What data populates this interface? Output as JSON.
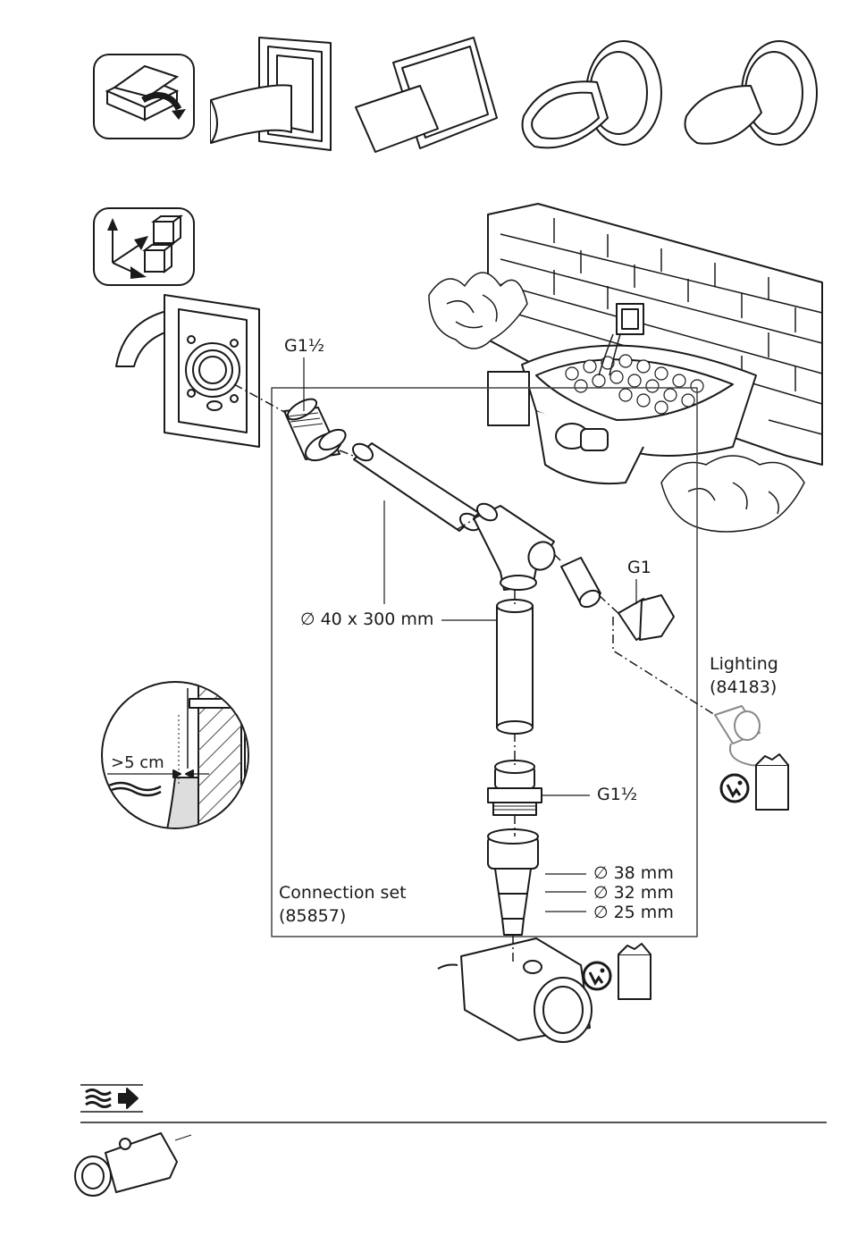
{
  "diagram": {
    "type": "assembly-instructions",
    "icons": {
      "unpack": "unpack-box-icon",
      "assembly": "assembly-axes-icon",
      "manual_connection": "read-manual-icon",
      "manual_pump": "read-manual-icon",
      "flow": "water-flow-arrow-icon"
    },
    "spout_variants": [
      "waterfall-spout-curved",
      "waterfall-spout-flat",
      "spout-oval-wide",
      "spout-oval-narrow"
    ],
    "labels": {
      "thread_top": "G1½",
      "thread_plug": "G1",
      "pipe": "∅ 40 x 300 mm",
      "thread_adapter": "G1½",
      "hose_38": "∅ 38 mm",
      "hose_32": "∅ 32 mm",
      "hose_25": "∅ 25 mm",
      "connection_set_name": "Connection set",
      "connection_set_code": "(85857)",
      "lighting_name": "Lighting",
      "lighting_code": "(84183)",
      "distance": ">5 cm"
    }
  }
}
